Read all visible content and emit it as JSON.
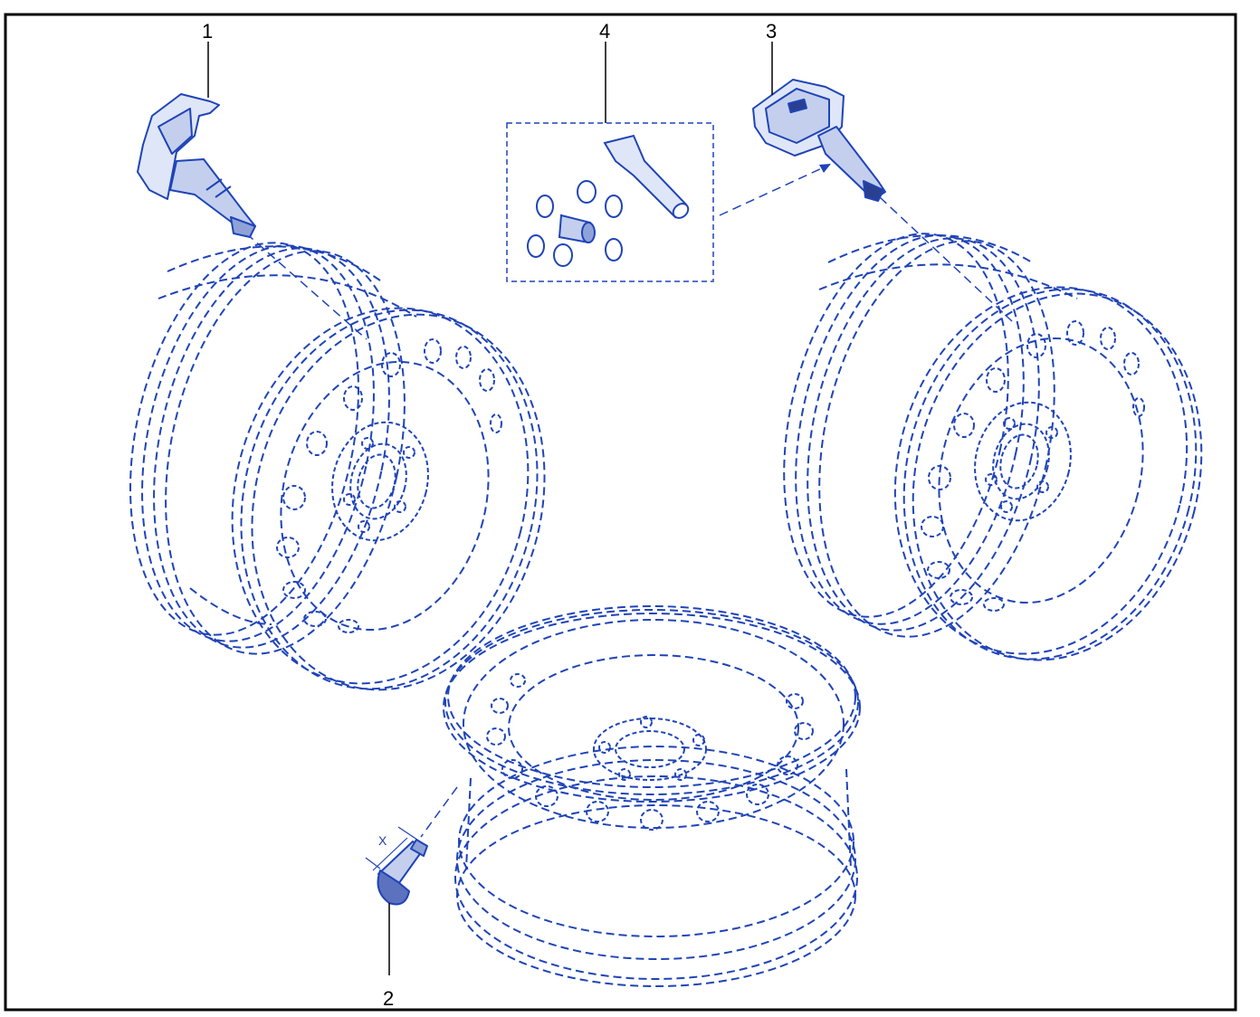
{
  "colors": {
    "line": "#1f44b8",
    "part_fill": "#dfe6f7",
    "part_dark": "#2a3f8f",
    "frame": "#000000",
    "leader": "#000000"
  },
  "callouts": {
    "c1": "1",
    "c2": "2",
    "c3": "3",
    "c4": "4"
  },
  "dimension_label": "X",
  "icons": {
    "part1": "tpms-sensor-clamp-in-icon",
    "part2": "snap-in-valve-stem-icon",
    "part3": "tpms-sensor-icon",
    "part4": "valve-service-kit-icon"
  }
}
